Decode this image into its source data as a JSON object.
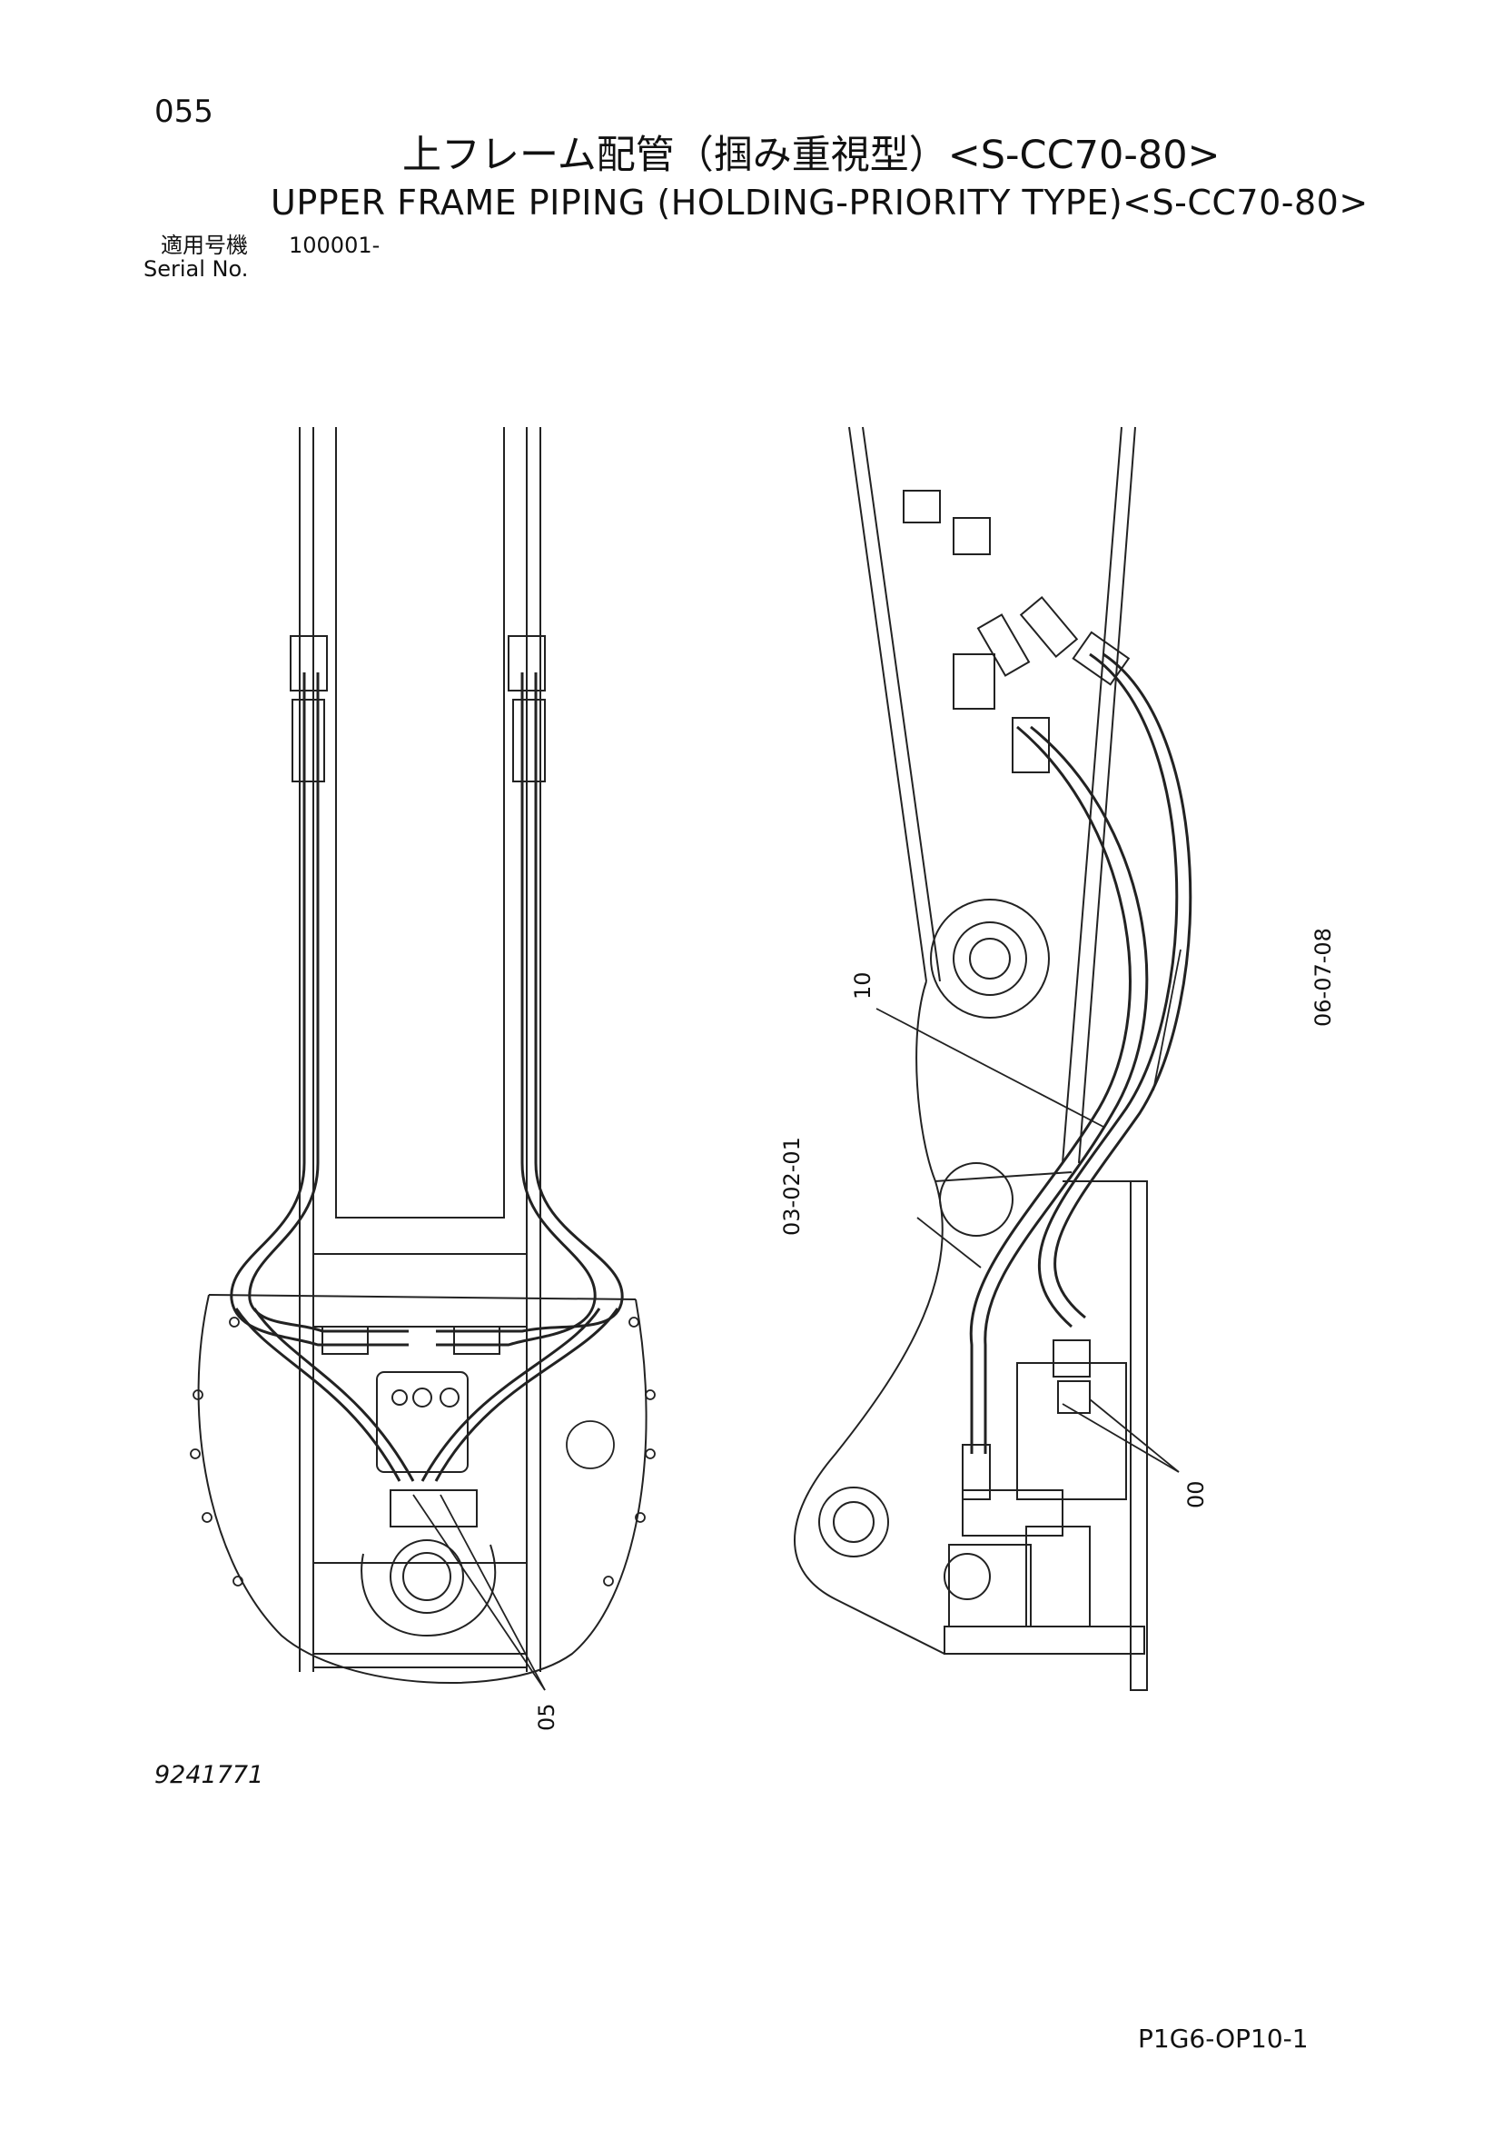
{
  "page_number": "055",
  "title_jp": "上フレーム配管（掴み重視型）<S-CC70-80>",
  "title_en": "UPPER FRAME PIPING (HOLDING-PRIORITY TYPE)<S-CC70-80>",
  "serial": {
    "label_jp": "適用号機",
    "label_en": "Serial No.",
    "value": "100001-"
  },
  "callouts": {
    "c10": "10",
    "c06_07_08": "06-07-08",
    "c03_02_01": "03-02-01",
    "c00": "00",
    "c05": "05"
  },
  "drawing_number": "9241771",
  "sheet_id": "P1G6-OP10-1"
}
